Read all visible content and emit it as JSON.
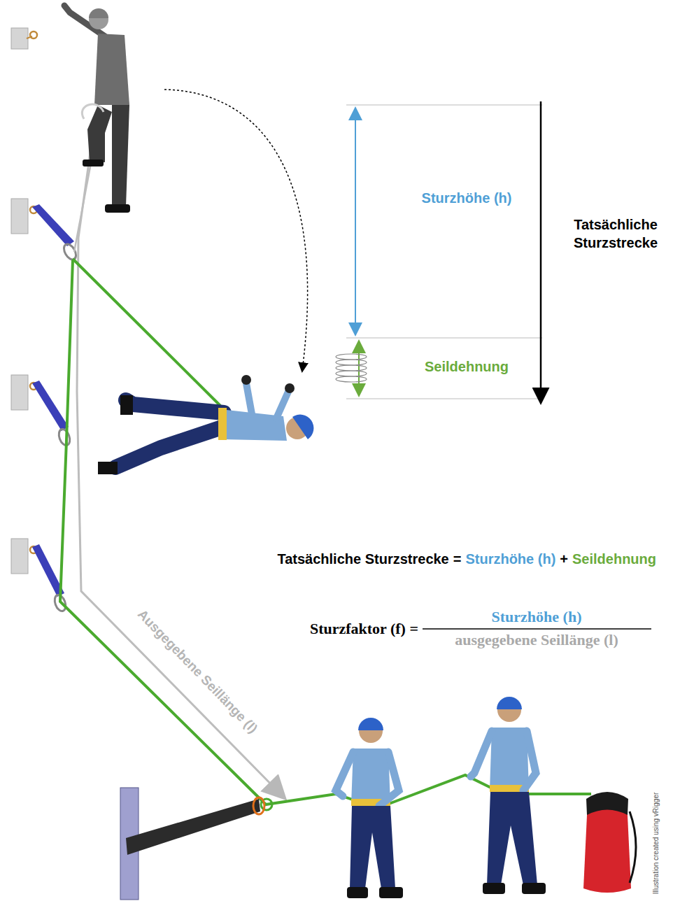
{
  "diagram": {
    "labels": [
      "Sturzhöhe (h)",
      "Tatsächliche Sturzstrecke",
      "Seildehnung",
      "Tatsächliche Sturzstrecke",
      "=",
      "Sturzhöhe (h)",
      "+",
      "Seildehnung",
      "Sturzfaktor (f) =",
      "Sturzhöhe (h)",
      "ausgegebene Seillänge (l)",
      "Ausgegebene Seillänge (l)",
      "Illustration created using vRigger"
    ]
  }
}
